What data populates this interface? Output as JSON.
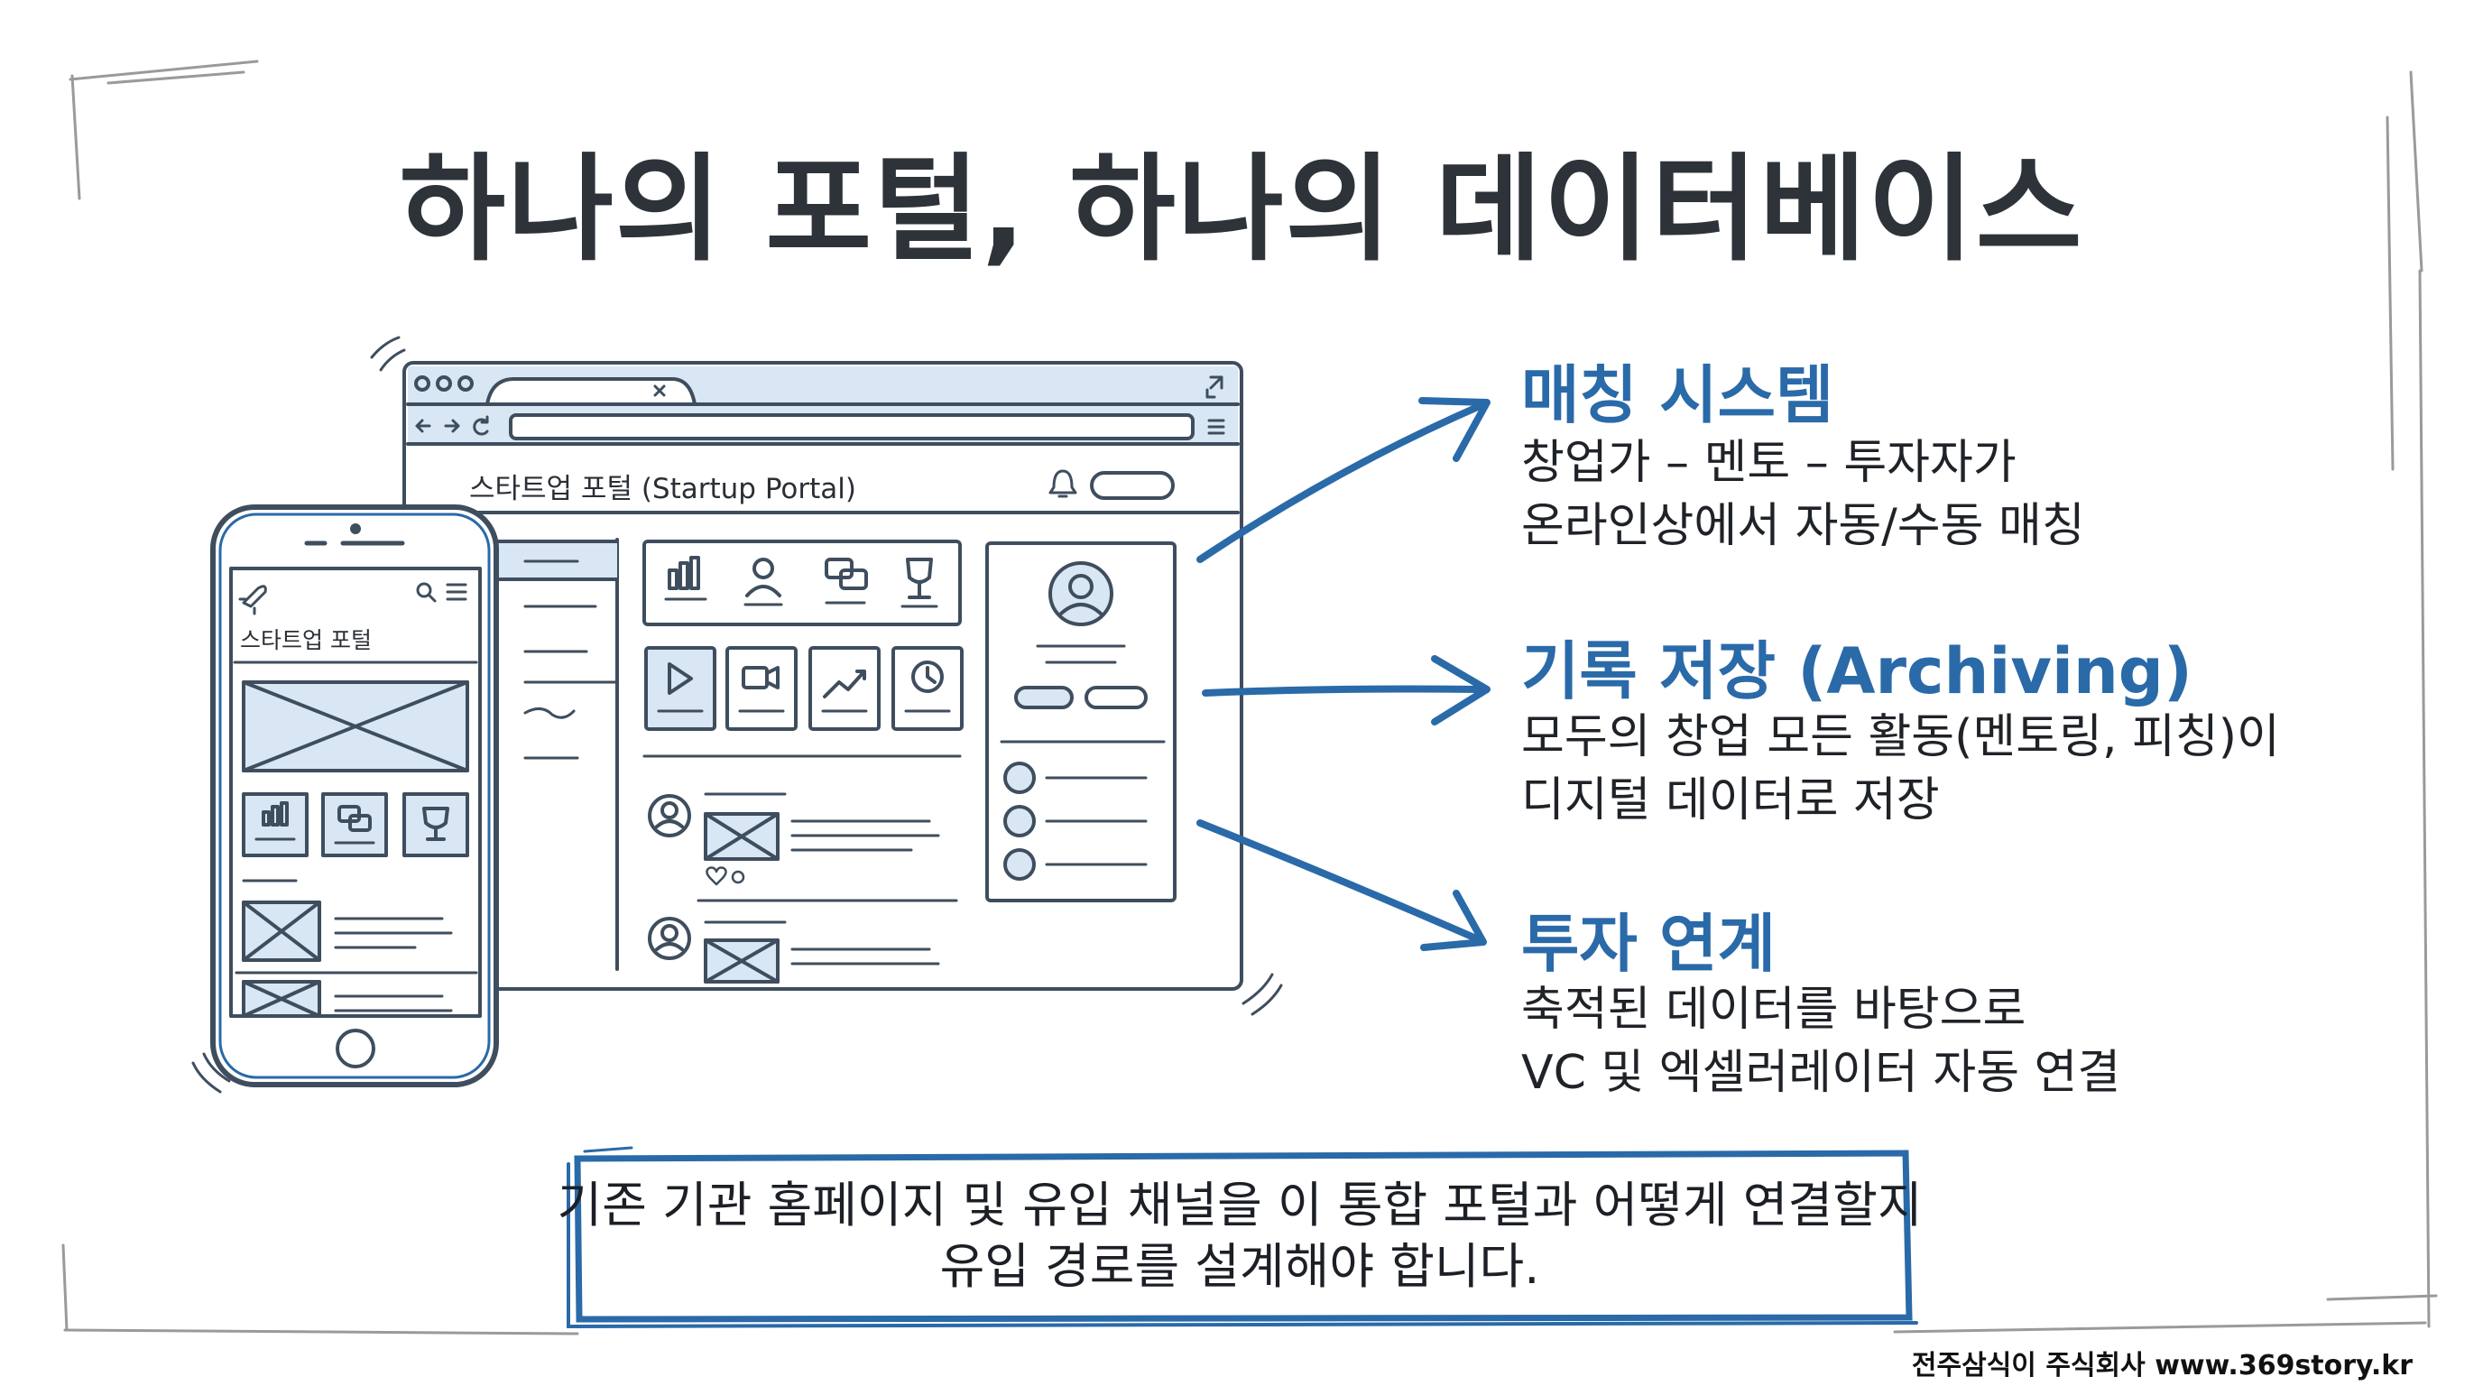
{
  "title": "하나의 포털, 하나의 데이터베이스",
  "portal": {
    "browser_label": "스타트업 포털 (Startup Portal)",
    "phone_label": "스타트업 포털"
  },
  "features": [
    {
      "heading": "매칭 시스템",
      "lines": [
        "창업가 – 멘토 – 투자자가",
        "온라인상에서 자동/수동 매칭"
      ]
    },
    {
      "heading": "기록 저장 (Archiving)",
      "lines": [
        "모두의 창업 모든 활동(멘토링, 피칭)이",
        "디지털 데이터로 저장"
      ]
    },
    {
      "heading": "투자 연계",
      "lines": [
        "축적된 데이터를 바탕으로",
        "VC 및 엑셀러레이터 자동 연결"
      ]
    }
  ],
  "callout": {
    "line1": "기존 기관 홈페이지 및 유입 채널을 이 통합 포털과 어떻게 연결할지",
    "line2": "유입 경로를 설계해야 합니다."
  },
  "footer": "전주삼식이 주식회사 www.369story.kr",
  "colors": {
    "accent": "#2a6aa8",
    "ink": "#3f4e5e",
    "fill": "#d9e7f4",
    "title": "#2d3339"
  }
}
